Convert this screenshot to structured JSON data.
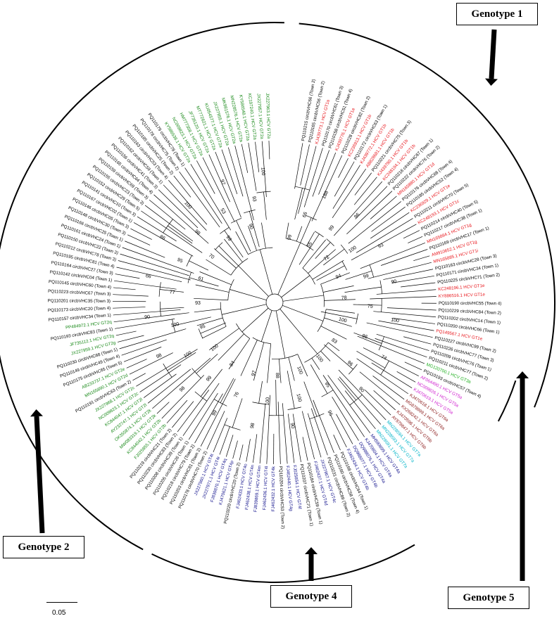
{
  "figure": {
    "genotype_labels": [
      "Genotype 1",
      "Genotype 2",
      "Genotype 4",
      "Genotype 5"
    ],
    "scale_label": "0.05"
  },
  "colors": {
    "branch": "#000000",
    "genotype1_ref": "#e8141a",
    "genotype2_ref": "#1a8a1a",
    "genotype3_ref": "#20b020",
    "genotype4_ref": "#12128c",
    "genotype5_ref": "#d023d0",
    "genotype6_ref": "#8b1a1a",
    "genotype7_ref": "#00b4c8",
    "sample": "#000000"
  },
  "tree": {
    "taxa": [
      {
        "label": "PQ110215 circbVHC66 (Town 2)",
        "group": "sample"
      },
      {
        "label": "PQ110165 circbVHC56 (Town 2)",
        "group": "sample"
      },
      {
        "label": "KJ439773.1 HCV GT1a",
        "group": "genotype1_ref"
      },
      {
        "label": "PQ110170 circbVHC61 (Town 3)",
        "group": "sample"
      },
      {
        "label": "PQ110158 circbVHC51 (Town 4)",
        "group": "sample"
      },
      {
        "label": "KJ439776.1 HCV GT1a",
        "group": "genotype1_ref"
      },
      {
        "label": "PQ110228 circbVHC82 (Town 2)",
        "group": "sample"
      },
      {
        "label": "KC236913.1 HCV GT1b",
        "group": "genotype1_ref"
      },
      {
        "label": "PQ110172 circbVHC63 (Town 1)",
        "group": "sample"
      },
      {
        "label": "KJ439772.1 HCV GT1b",
        "group": "genotype1_ref"
      },
      {
        "label": "AB828681.1 HCV GT1b",
        "group": "genotype1_ref"
      },
      {
        "label": "PQ110221 circbVHC75 (Town 3)",
        "group": "sample"
      },
      {
        "label": "KJ439780.1 HCV GT1b",
        "group": "genotype1_ref"
      },
      {
        "label": "KC248194.1 HCV GT1b",
        "group": "genotype1_ref"
      },
      {
        "label": "PQ110216 circbVHC67 (Town 1)",
        "group": "sample"
      },
      {
        "label": "PQ110222 circbVHC76 (Town 2)",
        "group": "sample"
      },
      {
        "label": "MN165880.1 HCV GT1d",
        "group": "genotype1_ref"
      },
      {
        "label": "PQ110176 circbVHC68 (Town 4)",
        "group": "sample"
      },
      {
        "label": "PQ110185 circbVHC52 (Town 4)",
        "group": "sample"
      },
      {
        "label": "KC236929.1 HCV GT1e",
        "group": "genotype1_ref"
      },
      {
        "label": "PQ110211 circbVHC70 (Town 5)",
        "group": "sample"
      },
      {
        "label": "KC248193.1 HCV GT1c",
        "group": "genotype1_ref"
      },
      {
        "label": "PQ110214 circbVHC40 (Town 5)",
        "group": "sample"
      },
      {
        "label": "PQ110217 circbVHC38 (Town 1)",
        "group": "sample"
      },
      {
        "label": "MN165884.1 HCV GT1g",
        "group": "genotype1_ref"
      },
      {
        "label": "PQ110169 circbVHC17 (Town 1)",
        "group": "sample"
      },
      {
        "label": "AM910652.1 HCV GT1g",
        "group": "genotype1_ref"
      },
      {
        "label": "MN165885.1 HCV GT1i",
        "group": "genotype1_ref"
      },
      {
        "label": "PQ110163 circbVHC28 (Town 3)",
        "group": "sample"
      },
      {
        "label": "PQ110171 circbVHC34 (Town 1)",
        "group": "sample"
      },
      {
        "label": "PQ110225 circbVHC71 (Town 2)",
        "group": "sample"
      },
      {
        "label": "KC248196.1 HCV GT1e",
        "group": "genotype1_ref"
      },
      {
        "label": "KY886516.1 HCV GT1e",
        "group": "genotype1_ref"
      },
      {
        "label": "PQ110190 circbVHC55 (Town 4)",
        "group": "sample"
      },
      {
        "label": "PQ110229 circbVHC84 (Town 2)",
        "group": "sample"
      },
      {
        "label": "PQ110202 circbVHC14 (Town 1)",
        "group": "sample"
      },
      {
        "label": "PQ110200 circbVHC66 (Town 1)",
        "group": "sample"
      },
      {
        "label": "PQ149567.1 HCV GT1e",
        "group": "genotype1_ref"
      },
      {
        "label": "PQ110227 circbVHC99 (Town 2)",
        "group": "sample"
      },
      {
        "label": "PQ110226 circbVHC77 (Town 3)",
        "group": "sample"
      },
      {
        "label": "PQ110209 circbVHC76 (Town 1)",
        "group": "sample"
      },
      {
        "label": "PQ110211 circbVHC77 (Town 2)",
        "group": "sample"
      },
      {
        "label": "MG120700.1 HCV GT3a",
        "group": "genotype3_ref"
      },
      {
        "label": "PQ110193 circbVHC57 (Town 4)",
        "group": "sample"
      },
      {
        "label": "AF064490.1 HCV GT5a",
        "group": "genotype5_ref"
      },
      {
        "label": "NC009826.1 HCV GT5a",
        "group": "genotype5_ref"
      },
      {
        "label": "KJ470619.1 HCV GT5a",
        "group": "genotype5_ref"
      },
      {
        "label": "KJ470618.1 HCV GT6a",
        "group": "genotype6_ref"
      },
      {
        "label": "MG878999.1 HCV GT6a",
        "group": "genotype6_ref"
      },
      {
        "label": "KX268242.1 HCV GT6a",
        "group": "genotype6_ref"
      },
      {
        "label": "KJ470598.1 HCV GT6b",
        "group": "genotype6_ref"
      },
      {
        "label": "AY879847.1 HCV GT6b",
        "group": "genotype6_ref"
      },
      {
        "label": "MN228594.1 HCV GT7a",
        "group": "genotype7_ref"
      },
      {
        "label": "MN228593.1 HCV GT7a",
        "group": "genotype7_ref"
      },
      {
        "label": "MN228591.1 HCV GT7a",
        "group": "genotype7_ref"
      },
      {
        "label": "MH590699.1 HCV GT4a",
        "group": "genotype4_ref"
      },
      {
        "label": "KJ470604.1 HCV GT4a",
        "group": "genotype4_ref"
      },
      {
        "label": "DQ988076.1 HCV GT4a",
        "group": "genotype4_ref"
      },
      {
        "label": "DQ988077.1 HCV GT4b",
        "group": "genotype4_ref"
      },
      {
        "label": "FJ462434.1 HCV GT4b",
        "group": "genotype4_ref"
      },
      {
        "label": "PQ110168 circbVHC64 (Town 1)",
        "group": "sample"
      },
      {
        "label": "PQ110160 circbVHC58 (Town 4)",
        "group": "sample"
      },
      {
        "label": "PQ110231 circbVHC89 (Town 2)",
        "group": "sample"
      },
      {
        "label": "JX227967.1 HCV GT4c",
        "group": "genotype4_ref"
      },
      {
        "label": "FJ462437.1 HCV GT4d",
        "group": "genotype4_ref"
      },
      {
        "label": "PQ110184 circbVHC59 (Town 1)",
        "group": "sample"
      },
      {
        "label": "PQ110207 circbVHC71 (Town 1)",
        "group": "sample"
      },
      {
        "label": "FJ025854.1 HCV GT4f",
        "group": "genotype4_ref"
      },
      {
        "label": "FJ462440.1 HCV GT4g",
        "group": "genotype4_ref"
      },
      {
        "label": "PQ110204 circbVHC53 (Town 2)",
        "group": "sample"
      },
      {
        "label": "FJ462432.1 HCV GT4k",
        "group": "genotype4_ref"
      },
      {
        "label": "FJ462436.1 HCV GT4l",
        "group": "genotype4_ref"
      },
      {
        "label": "FJ839869.1 HCV GT4m",
        "group": "genotype4_ref"
      },
      {
        "label": "FJ462438.1 HCV GT4n",
        "group": "genotype4_ref"
      },
      {
        "label": "FJ462433.1 HCV GT4o",
        "group": "genotype4_ref"
      },
      {
        "label": "PQ110220 circbVHC20 (Town 2)",
        "group": "sample"
      },
      {
        "label": "KJ470621.1 HCV GT4p",
        "group": "genotype4_ref"
      },
      {
        "label": "FJ839870.1 HCV GT4q",
        "group": "genotype4_ref"
      },
      {
        "label": "JX227971.1 HCV GT4r",
        "group": "genotype4_ref"
      },
      {
        "label": "JX227960.1 HCV GT4t",
        "group": "genotype4_ref"
      },
      {
        "label": "PQ110178 circbVHC70 (Town 2)",
        "group": "sample"
      },
      {
        "label": "PQ110203 circbVHC81 (Town 2)",
        "group": "sample"
      },
      {
        "label": "PQ110218 circbVHC79 (Town 2)",
        "group": "sample"
      },
      {
        "label": "PQ110205 circbVHC26 (Town 1)",
        "group": "sample"
      },
      {
        "label": "PQ110208 circbVHC39 (Town 1)",
        "group": "sample"
      },
      {
        "label": "PQ110230 circbVHC83 (Town 2)",
        "group": "sample"
      },
      {
        "label": "PQ110219 circbVHC21 (Town 2)",
        "group": "sample"
      },
      {
        "label": "FJ025855.1 HCV GT2b",
        "group": "genotype2_ref"
      },
      {
        "label": "KC844042.1 HCV GT2b",
        "group": "genotype2_ref"
      },
      {
        "label": "MW083319.1 HCV GT2k",
        "group": "genotype2_ref"
      },
      {
        "label": "OK355874.1 HCV GT2k",
        "group": "genotype2_ref"
      },
      {
        "label": "AY232747.1 HCV GT2l",
        "group": "genotype2_ref"
      },
      {
        "label": "KC844047.1 HCV GT2l",
        "group": "genotype2_ref"
      },
      {
        "label": "NC009823.1 HCV GT2c",
        "group": "genotype2_ref"
      },
      {
        "label": "JX227968.1 HCV GT2c",
        "group": "genotype2_ref"
      },
      {
        "label": "PQ110191 circbVHC63 (Town 2)",
        "group": "sample"
      },
      {
        "label": "MN165890.1 HCV GT2d",
        "group": "genotype2_ref"
      },
      {
        "label": "AB233737.1 HCV GT2e",
        "group": "genotype2_ref"
      },
      {
        "label": "PQ110175 circbVHC65 (Town 5)",
        "group": "sample"
      },
      {
        "label": "PQ110149 circbVHC49 (Town 4)",
        "group": "sample"
      },
      {
        "label": "PQ110230 circbVHC68 (Town 1)",
        "group": "sample"
      },
      {
        "label": "JX227959.1 HCV GT2g",
        "group": "genotype2_ref"
      },
      {
        "label": "JF735112.1 HCV GT2q",
        "group": "genotype2_ref"
      },
      {
        "label": "PQ110193 circbVHC83 (Town 1)",
        "group": "sample"
      },
      {
        "label": "PP484972.1 HCV GT2q",
        "group": "genotype2_ref"
      },
      {
        "label": "PQ110157 circbVHC34 (Town 1)",
        "group": "sample"
      },
      {
        "label": "PQ110173 circbVHC20 (Town 4)",
        "group": "sample"
      },
      {
        "label": "PQ110201 circbVHC35 (Town 3)",
        "group": "sample"
      },
      {
        "label": "PQ110223 circbVHC67 (Town 3)",
        "group": "sample"
      },
      {
        "label": "PQ110145 circbVHC60 (Town 4)",
        "group": "sample"
      },
      {
        "label": "PQ110142 circbVHC04 (Town 1)",
        "group": "sample"
      },
      {
        "label": "PQ110164 circbVHC27 (Town 3)",
        "group": "sample"
      },
      {
        "label": "PQ110195 circbVHC81 (Town 4)",
        "group": "sample"
      },
      {
        "label": "PQ110212 circbVHC78 (Town 3)",
        "group": "sample"
      },
      {
        "label": "PQ110150 circbVHC22 (Town 3)",
        "group": "sample"
      },
      {
        "label": "PQ110161 circbVHC24 (Town 1)",
        "group": "sample"
      },
      {
        "label": "PQ110166 circbVHC25 (Town 1)",
        "group": "sample"
      },
      {
        "label": "PQ110148 circbVHC30 (Town 3)",
        "group": "sample"
      },
      {
        "label": "PQ110146 circbVHC05 (Town 3)",
        "group": "sample"
      },
      {
        "label": "PQ110167 circbVHC02 (Town 1)",
        "group": "sample"
      },
      {
        "label": "PQ110141 circbVHC10 (Town 3)",
        "group": "sample"
      },
      {
        "label": "PQ110152 circbVHC29 (Town 5)",
        "group": "sample"
      },
      {
        "label": "PQ110155 circbVHC23 (Town 3)",
        "group": "sample"
      },
      {
        "label": "PQ110159 circbVHC69 (Town 3)",
        "group": "sample"
      },
      {
        "label": "PQ110165 circbVHC64 (Town 4)",
        "group": "sample"
      },
      {
        "label": "PQ110156 circbVHC41 (Town 3)",
        "group": "sample"
      },
      {
        "label": "PQ110162 circbVHC59 (Town 1)",
        "group": "sample"
      },
      {
        "label": "PQ110163 circbVHC53 (Town 4)",
        "group": "sample"
      },
      {
        "label": "PQ110185 circbVHC25 (Town 2)",
        "group": "sample"
      },
      {
        "label": "PQ110178 circbVHC75 (Town 2)",
        "group": "sample"
      },
      {
        "label": "PQ110179 circbVHC78 (Town 1)",
        "group": "sample"
      },
      {
        "label": "KY586538.1 HCV GT2a",
        "group": "genotype2_ref"
      },
      {
        "label": "NC009823.1 HCV GT2a",
        "group": "genotype2_ref"
      },
      {
        "label": "HM777358.1 HCV GT2a",
        "group": "genotype2_ref"
      },
      {
        "label": "JF735120.1 HCV GT2a",
        "group": "genotype2_ref"
      },
      {
        "label": "MT772621.1 HCV GT2a",
        "group": "genotype2_ref"
      },
      {
        "label": "KU054577.1 HCV GT2a",
        "group": "genotype2_ref"
      },
      {
        "label": "JX227955.1 HCV GT2a",
        "group": "genotype2_ref"
      },
      {
        "label": "MK981576.1 HCV GT2a",
        "group": "genotype2_ref"
      },
      {
        "label": "MN228576.1 HCV GT2a",
        "group": "genotype2_ref"
      },
      {
        "label": "KY586548.1 HCV GT2a",
        "group": "genotype2_ref"
      },
      {
        "label": "KC197240.1 HCV GT2a",
        "group": "genotype2_ref"
      },
      {
        "label": "JX227957.1 HCV GT2a",
        "group": "genotype2_ref"
      },
      {
        "label": "JX227963.1 HCV GT2a",
        "group": "genotype2_ref"
      }
    ],
    "bootstrap_values": [
      "99",
      "66",
      "188",
      "55",
      "99",
      "96",
      "72",
      "100",
      "93",
      "94",
      "99",
      "90",
      "78",
      "75",
      "100",
      "100",
      "96",
      "74",
      "83",
      "96",
      "90",
      "100",
      "95",
      "96",
      "100",
      "100",
      "90",
      "88",
      "100",
      "98",
      "97",
      "76",
      "99",
      "84",
      "99",
      "98",
      "100",
      "100",
      "98",
      "95",
      "100",
      "90",
      "93",
      "77",
      "66",
      "61",
      "95",
      "86",
      "70",
      "98",
      "100",
      "99",
      "53",
      "97",
      "90",
      "93",
      "100"
    ]
  }
}
